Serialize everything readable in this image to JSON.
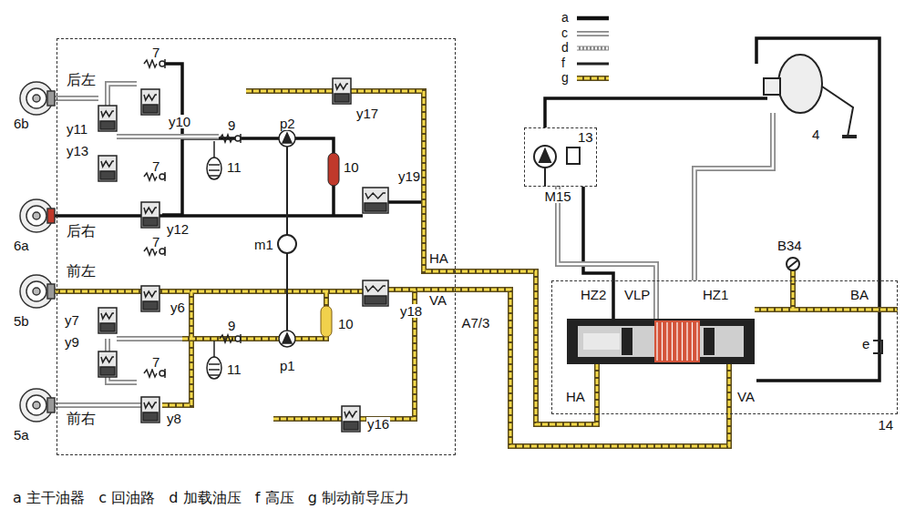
{
  "diagram": {
    "caption": "a 主干油器   c 回油路   d 加载油压   f 高压   g 制动前导压力",
    "nodes": [
      {
        "text": [
          "A7/3"
        ]
      },
      {
        "text": [
          "M15"
        ]
      },
      {
        "text": [
          "14"
        ]
      }
    ],
    "edges": [
      {
        "from": 0,
        "to": 2,
        "arrow": "none"
      },
      {
        "from": 0,
        "to": 2,
        "arrow": "none"
      },
      {
        "from": 1,
        "to": 2,
        "arrow": "none"
      }
    ],
    "labels": [
      "后左",
      "7",
      "y11",
      "y10",
      "y13",
      "9",
      "11",
      "p2",
      "y17",
      "10",
      "y19",
      "6b",
      "7",
      "后右",
      "y12",
      "6a",
      "m1",
      "7",
      "前左",
      "HA",
      "VA",
      "y6",
      "y18",
      "5b",
      "y7",
      "y9",
      "9",
      "10",
      "11",
      "p1",
      "7",
      "y8",
      "y16",
      "前右",
      "5a",
      "13",
      "4",
      "B34",
      "HZ2",
      "VLP",
      "HZ1",
      "BA",
      "e",
      "HA",
      "VA"
    ],
    "legend": [
      {
        "text": "a"
      },
      {
        "text": "c"
      },
      {
        "text": "d"
      },
      {
        "text": "f"
      },
      {
        "text": "g"
      }
    ]
  }
}
